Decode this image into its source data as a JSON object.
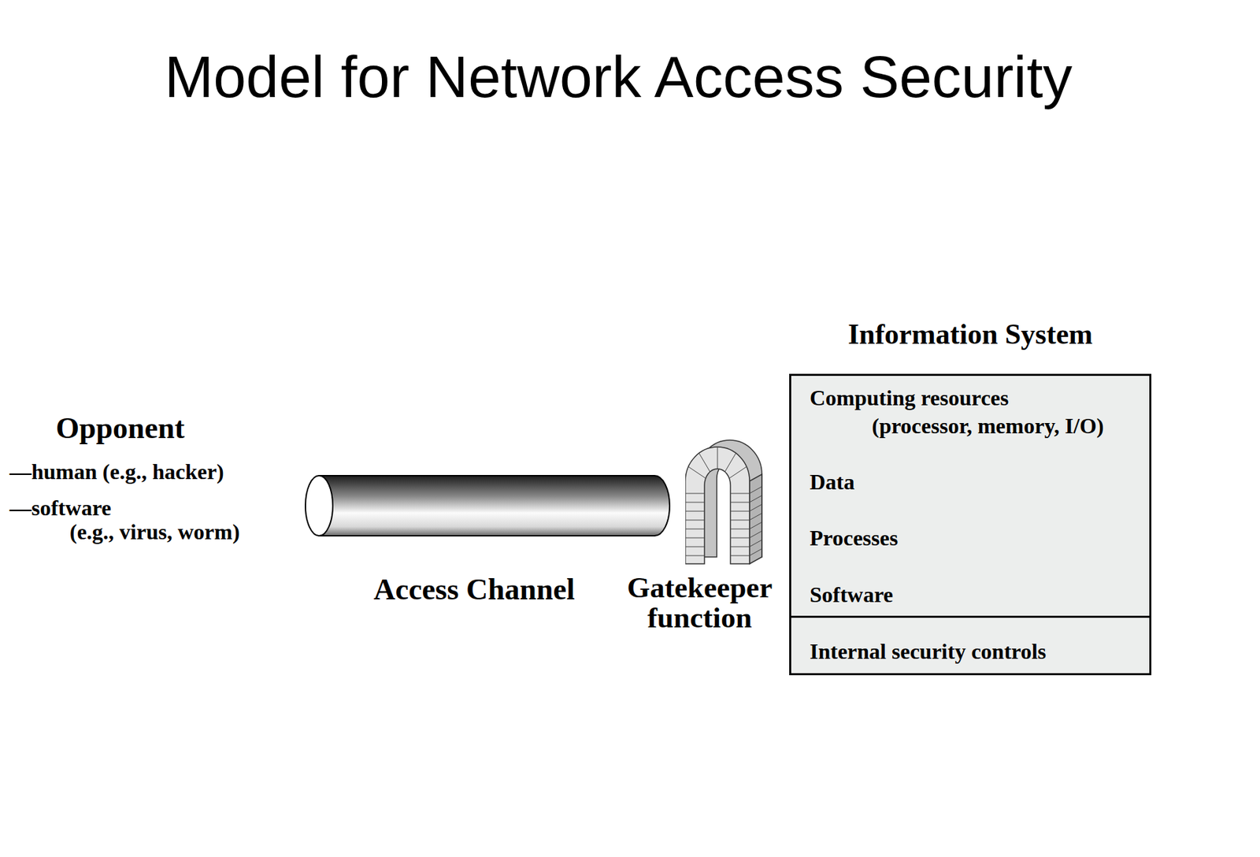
{
  "diagram": {
    "title": "Model for Network Access Security",
    "nodes": [
      {
        "text": [
          "Access Channel"
        ]
      },
      {
        "text": [
          "Gatekeeper function"
        ]
      },
      {
        "text": [
          "Information System",
          "Computing resources (processor, memory, I/O)",
          "Data",
          "Processes",
          "Software"
        ]
      },
      {
        "text": [
          "Internal security controls"
        ],
        "in": 2
      }
    ],
    "labels": [
      "Opponent",
      "—human (e.g., hacker)",
      "—software (e.g., virus, worm)"
    ]
  }
}
